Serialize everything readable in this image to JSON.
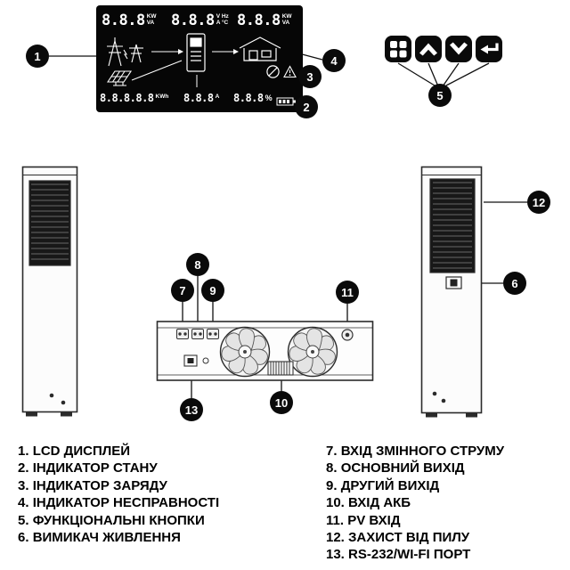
{
  "lcd": {
    "top": [
      {
        "digits": "8.8.8",
        "unit1": "KW",
        "unit2": "VA"
      },
      {
        "digits": "8.8.8",
        "unit1": "V Hz",
        "unit2": "A °C"
      },
      {
        "digits": "8.8.8",
        "unit1": "KW",
        "unit2": "VA"
      }
    ],
    "bottom": [
      {
        "digits": "8.8.8.8.8",
        "unit1": "KWh",
        "unit2": ""
      },
      {
        "digits": "8.8.8",
        "unit1": "A",
        "unit2": ""
      },
      {
        "digits": "8.8.8",
        "unit1": "%",
        "unit2": ""
      }
    ]
  },
  "callouts": [
    "1",
    "2",
    "3",
    "4",
    "5",
    "6",
    "7",
    "8",
    "9",
    "10",
    "11",
    "12",
    "13"
  ],
  "legend": {
    "left": [
      {
        "num": "1.",
        "label": "LCD ДИСПЛЕЙ"
      },
      {
        "num": "2.",
        "label": "ІНДИКАТОР СТАНУ"
      },
      {
        "num": "3.",
        "label": "ІНДИКАТОР ЗАРЯДУ"
      },
      {
        "num": "4.",
        "label": "ІНДИКАТОР НЕСПРАВНОСТІ"
      },
      {
        "num": "5.",
        "label": "ФУНКЦІОНАЛЬНІ КНОПКИ"
      },
      {
        "num": "6.",
        "label": "ВИМИКАЧ ЖИВЛЕННЯ"
      }
    ],
    "right": [
      {
        "num": "7.",
        "label": "ВХІД ЗМІННОГО СТРУМУ"
      },
      {
        "num": "8.",
        "label": "ОСНОВНИЙ ВИХІД"
      },
      {
        "num": "9.",
        "label": "ДРУГИЙ ВИХІД"
      },
      {
        "num": "10.",
        "label": "ВХІД АКБ"
      },
      {
        "num": "11.",
        "label": "PV ВХІД"
      },
      {
        "num": "12.",
        "label": "ЗАХИСТ ВІД ПИЛУ"
      },
      {
        "num": "13.",
        "label": "RS-232/WI-FI ПОРТ"
      }
    ]
  },
  "icons": {
    "buttons": [
      "menu-grid-icon",
      "arrow-up-icon",
      "arrow-down-icon",
      "enter-arrow-icon"
    ],
    "lcd": [
      "power-grid-icon",
      "solar-panel-icon",
      "inverter-unit-icon",
      "house-load-icon",
      "fault-circle-icon",
      "warning-triangle-icon",
      "battery-icon"
    ]
  },
  "colors": {
    "ink": "#111111",
    "lcd_bg": "#060606",
    "lcd_fg": "#ffffff",
    "callout_bg": "#0a0a0a"
  }
}
